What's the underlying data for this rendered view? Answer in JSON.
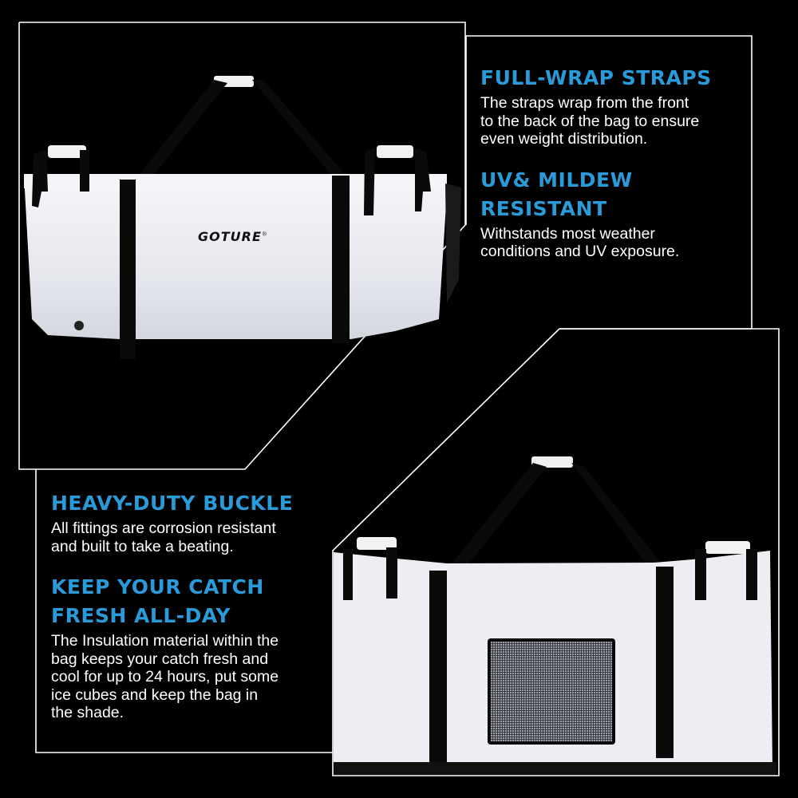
{
  "colors": {
    "background": "#000000",
    "accent_blue": "#2a9ad8",
    "frame_line": "#ffffff",
    "bag_white": "#eef0f4",
    "strap_black": "#0a0a0a"
  },
  "product": {
    "brand": "GOTURE",
    "registered_mark": "®",
    "top_photo_alt": "white insulated fish cooler bag front view with black straps",
    "bottom_photo_alt": "white insulated fish cooler bag back view with mesh pocket"
  },
  "features": [
    {
      "title": "FULL-WRAP STRAPS",
      "description": [
        "The straps wrap from the front",
        "to the back of the bag to ensure",
        "even weight distribution."
      ]
    },
    {
      "title": "UV& MILDEW RESISTANT",
      "title_lines": [
        "UV& MILDEW",
        "RESISTANT"
      ],
      "description": [
        "Withstands most weather",
        "conditions and UV exposure."
      ]
    },
    {
      "title": "HEAVY-DUTY BUCKLE",
      "description": [
        "All fittings are corrosion resistant",
        "and built to take a beating."
      ]
    },
    {
      "title": "KEEP YOUR CATCH FRESH ALL-DAY",
      "title_lines": [
        "KEEP YOUR CATCH",
        "FRESH ALL-DAY"
      ],
      "description": [
        "The Insulation material within the",
        "bag keeps your catch fresh and",
        "cool for up to 24 hours, put some",
        "ice cubes and keep the bag in",
        "the shade."
      ]
    }
  ]
}
